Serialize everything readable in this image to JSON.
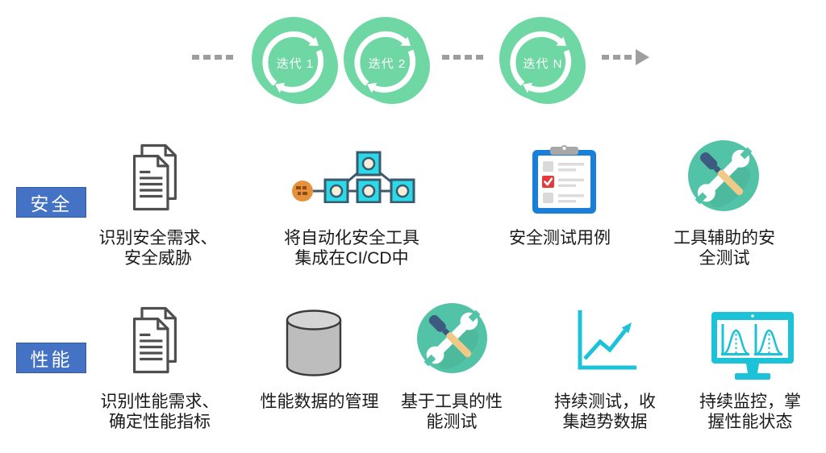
{
  "iteration_flow": {
    "nodes": [
      {
        "label": "迭代 1"
      },
      {
        "label": "迭代 2"
      },
      {
        "label": "迭代 N"
      }
    ]
  },
  "rows": [
    {
      "category": "安全",
      "items": [
        {
          "icon": "documents-icon",
          "label": "识别安全需求、\n安全威胁"
        },
        {
          "icon": "cicd-pipeline-icon",
          "label": "将自动化安全工具\n集成在CI/CD中"
        },
        {
          "icon": "checklist-icon",
          "label": "安全测试用例"
        },
        {
          "icon": "tools-icon",
          "label": "工具辅助的安\n全测试"
        }
      ]
    },
    {
      "category": "性能",
      "items": [
        {
          "icon": "documents-icon",
          "label": "识别性能需求、\n确定性能指标"
        },
        {
          "icon": "database-icon",
          "label": "性能数据的管理"
        },
        {
          "icon": "tools-icon",
          "label": "基于工具的性\n能测试"
        },
        {
          "icon": "trend-chart-icon",
          "label": "持续测试，收\n集趋势数据"
        },
        {
          "icon": "monitor-icon",
          "label": "持续监控，掌\n握性能状态"
        }
      ]
    }
  ],
  "colors": {
    "iteration_green": "#6fd7a3",
    "category_blue": "#4472c4",
    "category_border": "#35599f",
    "dash_gray": "#9e9e9e",
    "cyan": "#1cc2d8",
    "teal": "#52c3a6",
    "cicd_square": "#2bd9e9",
    "cicd_border": "#3b5a6b",
    "cicd_orange": "#e8913c",
    "cicd_dot": "#f4eeda",
    "checklist_blue": "#1a7fd9",
    "check_red": "#e23b3b",
    "screwdriver_blue": "#3d5a80",
    "screwdriver_tan": "#f0c987",
    "database_gray": "#bdbdbd",
    "database_top": "#d5d5d5",
    "doc_stroke": "#4f4f4f",
    "text_dark": "#1a1a1a"
  }
}
